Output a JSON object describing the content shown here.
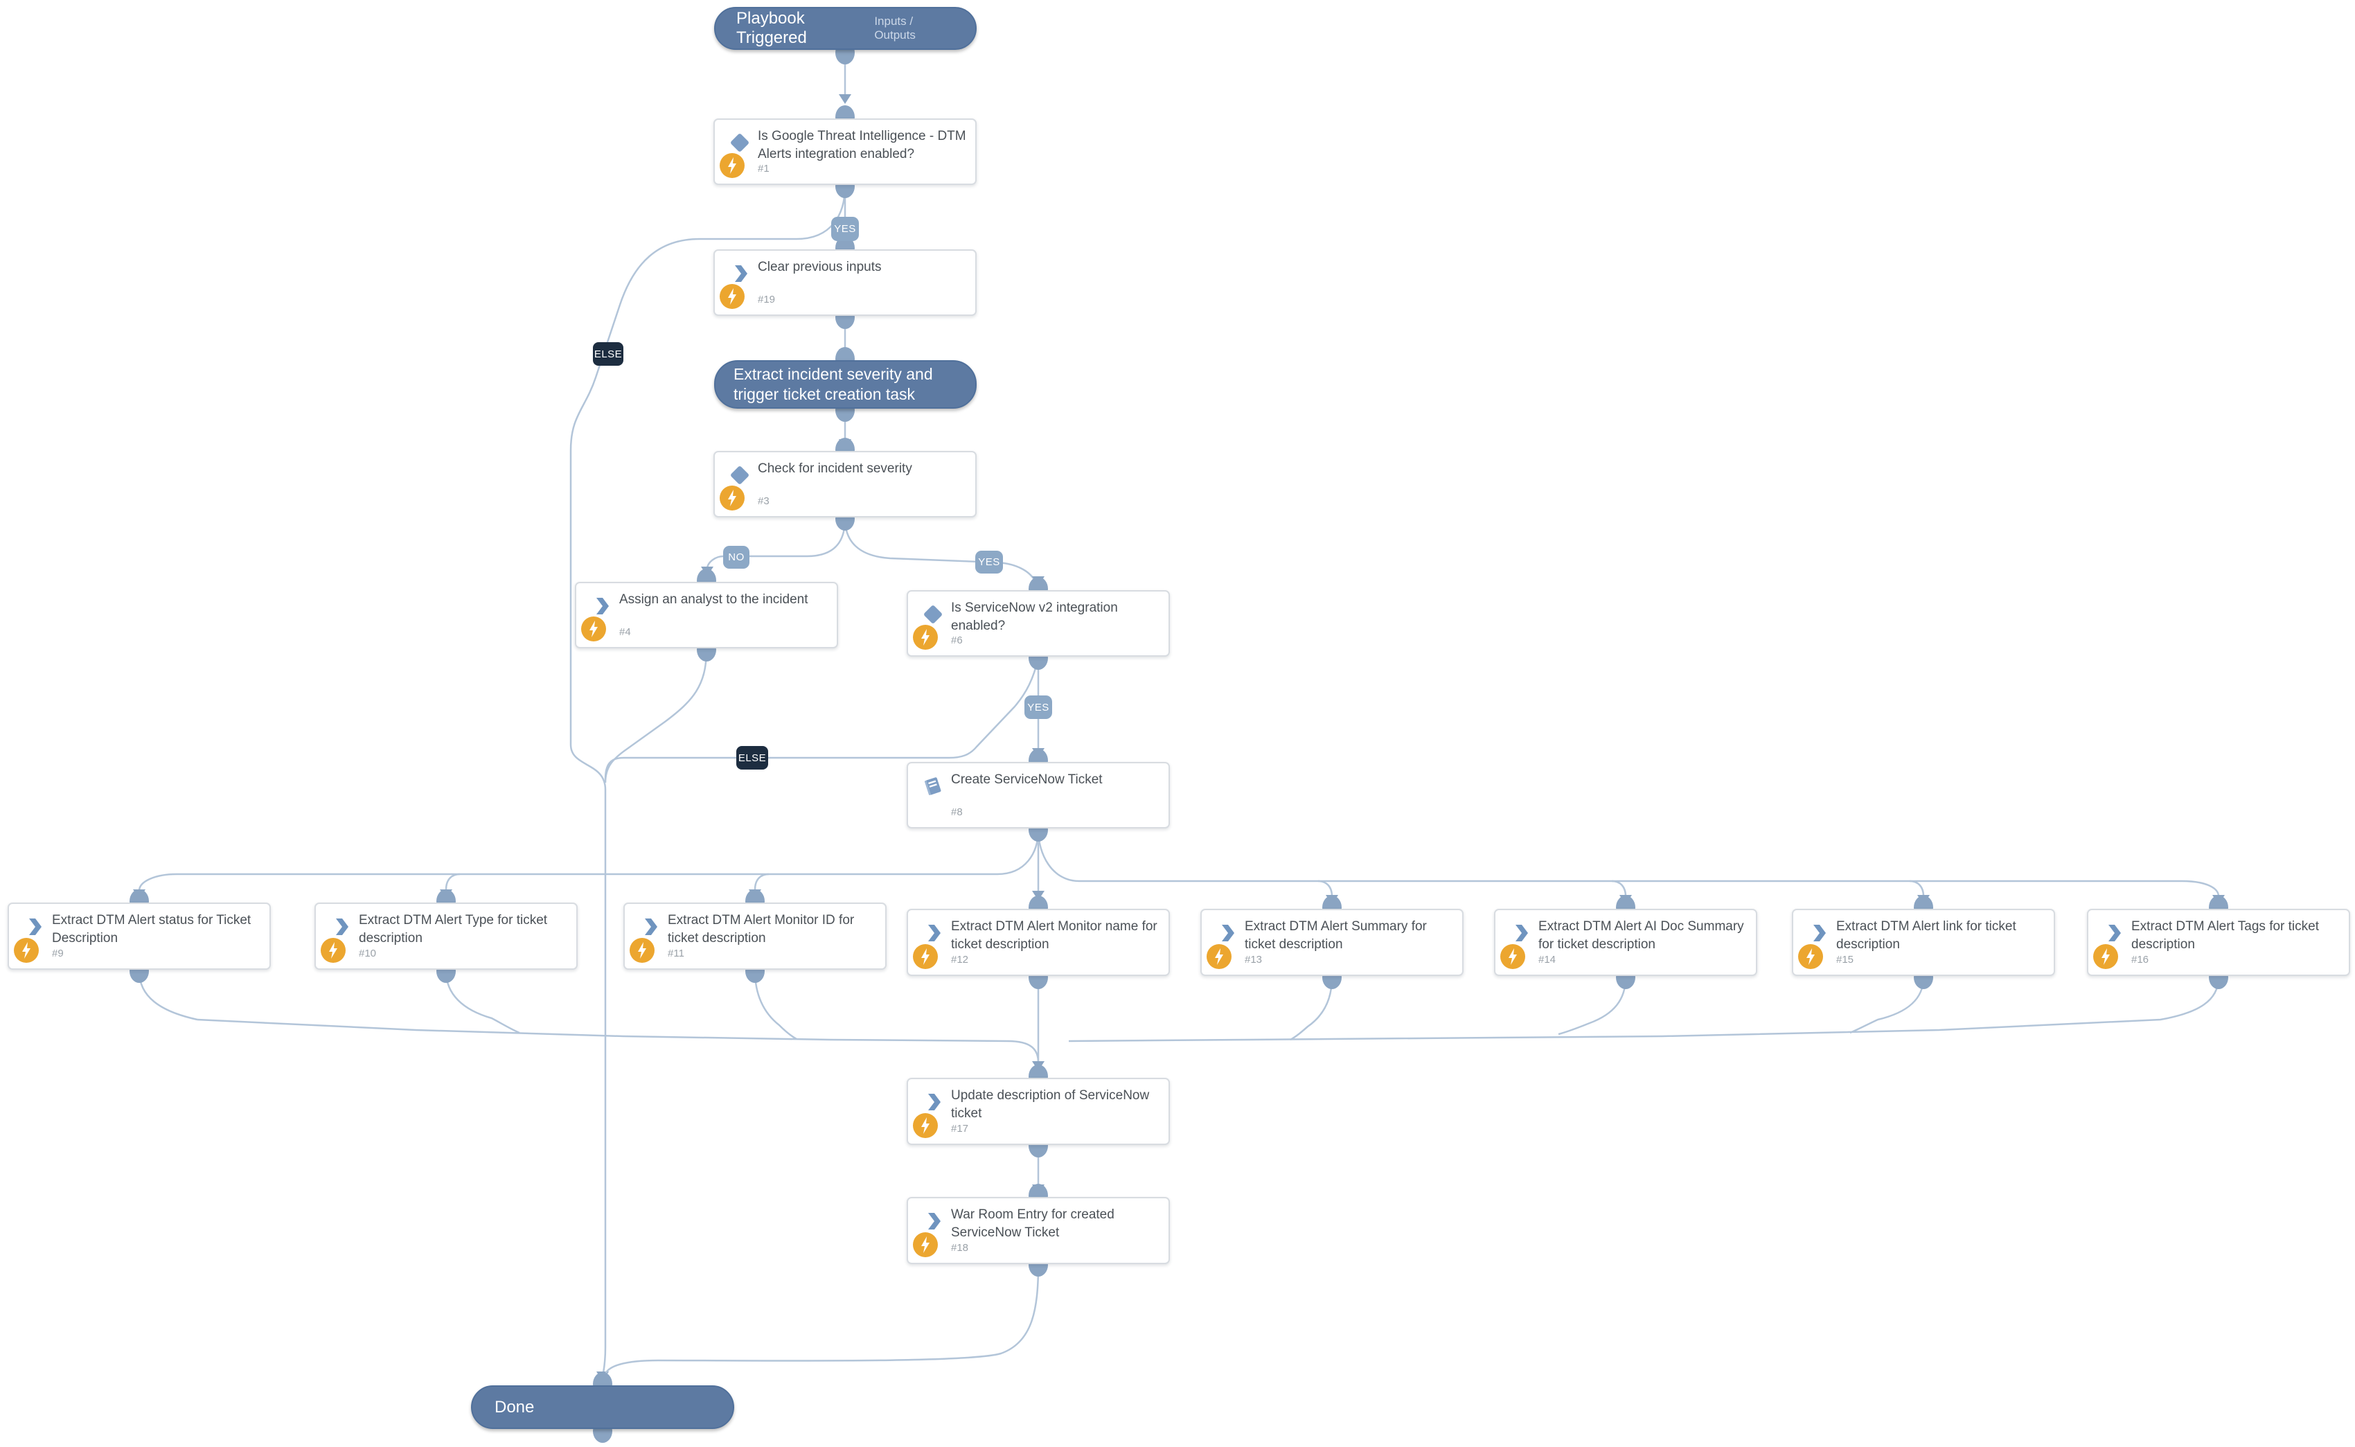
{
  "diagram_title": "Playbook canvas",
  "colors": {
    "pill_fill": "#5d7aa2",
    "pill_border": "#50709b",
    "edge": "#b3c5d9",
    "port": "#8aa4c2",
    "badge_yes_no": "#8ca8c6",
    "badge_else": "#1d2d40",
    "box_border": "#d8dce1",
    "title_text": "#4b5157",
    "number_text": "#9aa1a8",
    "diamond_icon": "#7d9dc4",
    "chevron_icon": "#6f94bf",
    "bolt_circle": "#eca62f"
  },
  "nodes": [
    {
      "id": "start",
      "type": "start",
      "title": "Playbook Triggered",
      "right_label": "Inputs / Outputs"
    },
    {
      "id": "task-1",
      "type": "condition",
      "title": "Is Google Threat Intelligence - DTM Alerts integration enabled?",
      "number": "#1"
    },
    {
      "id": "task-19",
      "type": "task",
      "title": "Clear previous inputs",
      "number": "#19"
    },
    {
      "id": "section",
      "type": "section-header",
      "title": "Extract incident severity and trigger ticket creation task"
    },
    {
      "id": "task-3",
      "type": "condition",
      "title": "Check for incident severity",
      "number": "#3"
    },
    {
      "id": "task-4",
      "type": "task",
      "title": "Assign an analyst to the incident",
      "number": "#4"
    },
    {
      "id": "task-6",
      "type": "condition",
      "title": "Is ServiceNow v2 integration enabled?",
      "number": "#6"
    },
    {
      "id": "task-8",
      "type": "playbook-task",
      "title": "Create ServiceNow Ticket",
      "number": "#8"
    },
    {
      "id": "task-9",
      "type": "task",
      "title": "Extract DTM Alert status for Ticket Description",
      "number": "#9"
    },
    {
      "id": "task-10",
      "type": "task",
      "title": "Extract DTM Alert Type for ticket description",
      "number": "#10"
    },
    {
      "id": "task-11",
      "type": "task",
      "title": "Extract DTM Alert Monitor ID for ticket description",
      "number": "#11"
    },
    {
      "id": "task-12",
      "type": "task",
      "title": "Extract DTM Alert Monitor name for ticket description",
      "number": "#12"
    },
    {
      "id": "task-13",
      "type": "task",
      "title": "Extract DTM Alert Summary for ticket description",
      "number": "#13"
    },
    {
      "id": "task-14",
      "type": "task",
      "title": "Extract DTM Alert AI Doc Summary for ticket description",
      "number": "#14"
    },
    {
      "id": "task-15",
      "type": "task",
      "title": "Extract DTM Alert link for ticket description",
      "number": "#15"
    },
    {
      "id": "task-16",
      "type": "task",
      "title": "Extract DTM Alert Tags for ticket description",
      "number": "#16"
    },
    {
      "id": "task-17",
      "type": "task",
      "title": "Update description of ServiceNow ticket",
      "number": "#17"
    },
    {
      "id": "task-18",
      "type": "task",
      "title": "War Room Entry for created ServiceNow Ticket",
      "number": "#18"
    },
    {
      "id": "done",
      "type": "end",
      "title": "Done"
    }
  ],
  "badges": [
    {
      "id": "yes-1",
      "label": "YES"
    },
    {
      "id": "no-1",
      "label": "NO"
    },
    {
      "id": "yes-2",
      "label": "YES"
    },
    {
      "id": "yes-3",
      "label": "YES"
    },
    {
      "id": "else-1",
      "label": "ELSE"
    },
    {
      "id": "else-2",
      "label": "ELSE"
    }
  ]
}
